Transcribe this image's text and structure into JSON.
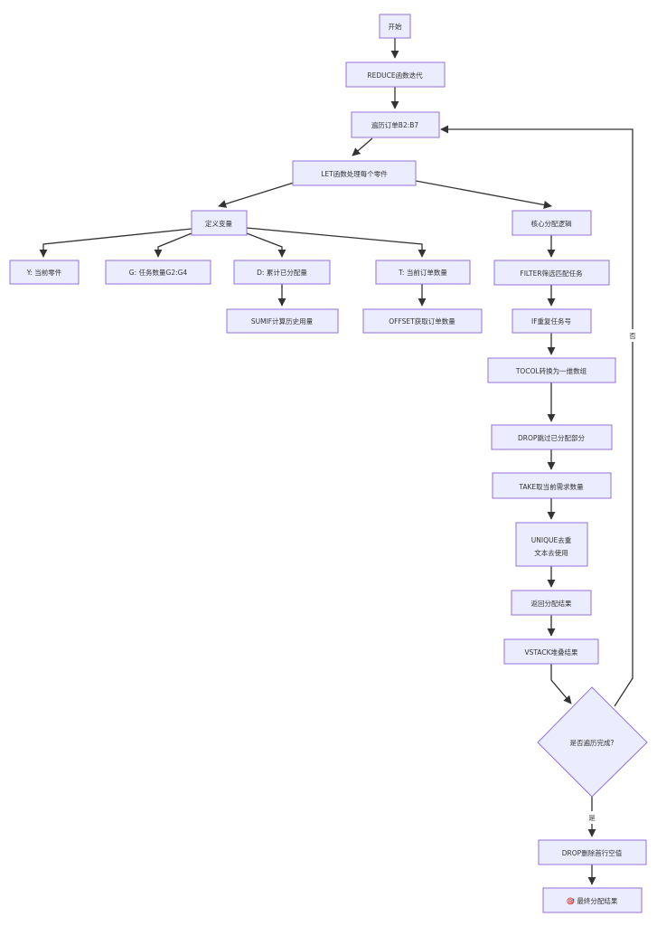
{
  "nodes": {
    "start": "开始",
    "reduce": "REDUCE函数迭代",
    "loop": "遍历订单B2:B7",
    "let": "LET函数处理每个零件",
    "define": "定义变量",
    "core": "核心分配逻辑",
    "var_y": "Y: 当前零件",
    "var_g": "G: 任务数量G2:G4",
    "var_d": "D: 累计已分配量",
    "var_t": "T: 当前订单数量",
    "filter": "FILTER筛选匹配任务",
    "sumif": "SUMIF计算历史用量",
    "offset": "OFFSET获取订单数量",
    "if_repeat": "IF重复任务号",
    "tocol": "TOCOL转换为一维数组",
    "drop_skip": "DROP跳过已分配部分",
    "take": "TAKE取当前需求数量",
    "unique_line1": "UNIQUE去重",
    "unique_line2": "文本去使用",
    "return": "返回分配结果",
    "vstack": "VSTACK堆叠结果",
    "decision": "是否遍历完成?",
    "drop_final": "DROP删除首行空值",
    "final": "🎯 最终分配结果"
  },
  "edge_labels": {
    "no": "否",
    "yes": "是"
  }
}
